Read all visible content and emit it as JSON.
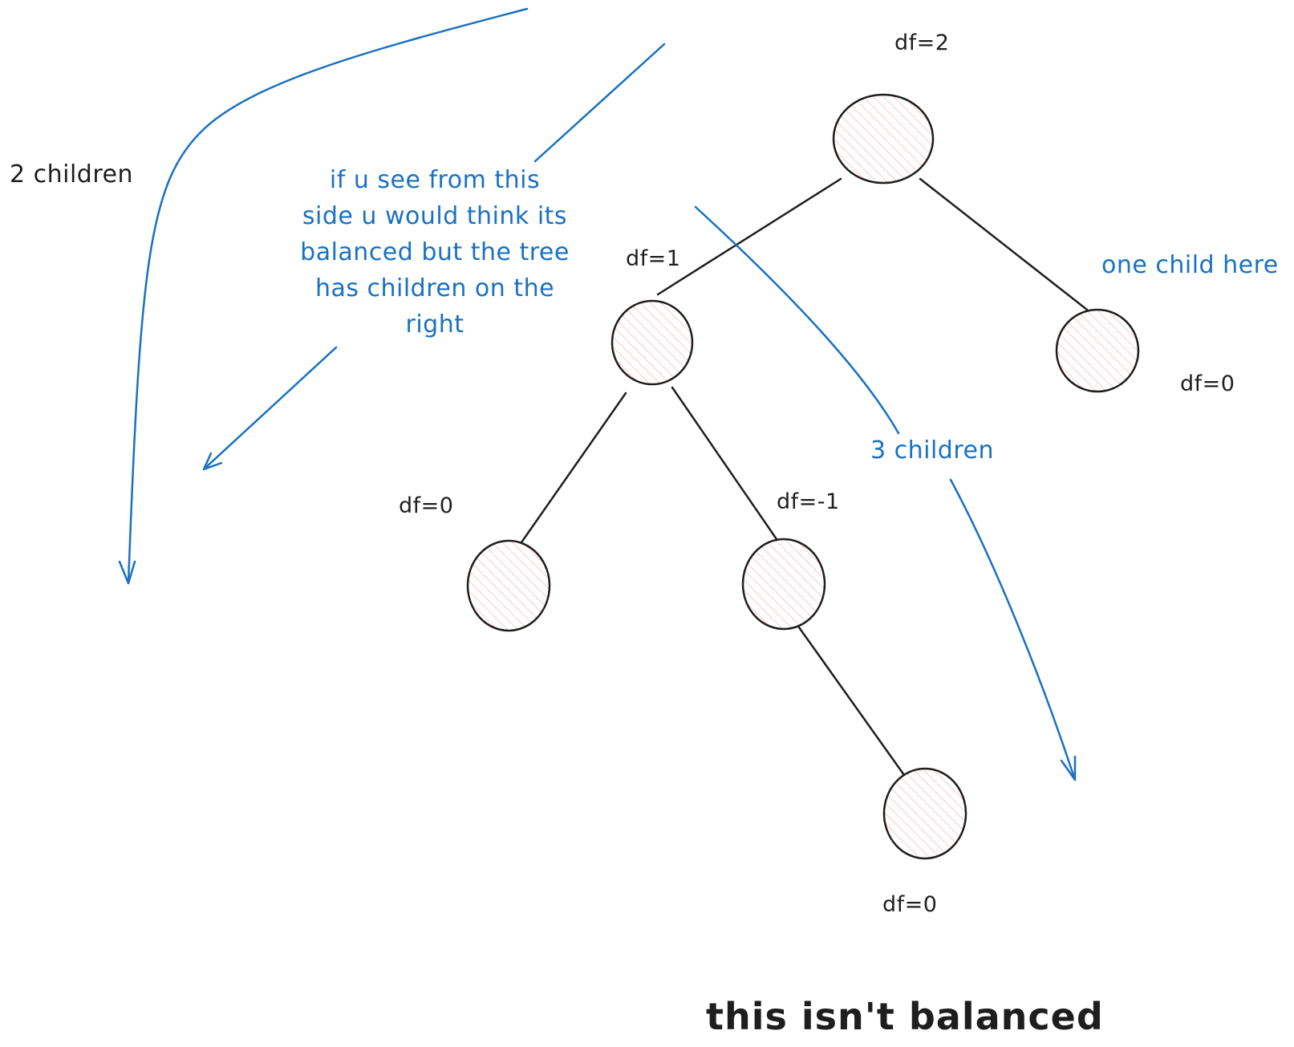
{
  "colors": {
    "ink": "#1e1e1e",
    "annotation": "#1971c2",
    "node_fill": "#ffc9c9"
  },
  "nodes": [
    {
      "id": "root",
      "label": "df=2"
    },
    {
      "id": "left",
      "label": "df=1"
    },
    {
      "id": "right",
      "label": "df=0"
    },
    {
      "id": "left-left",
      "label": "df=0"
    },
    {
      "id": "left-right",
      "label": "df=-1"
    },
    {
      "id": "left-right-right",
      "label": "df=0"
    }
  ],
  "edges": [
    {
      "from": "root",
      "to": "left"
    },
    {
      "from": "root",
      "to": "right"
    },
    {
      "from": "left",
      "to": "left-left"
    },
    {
      "from": "left",
      "to": "left-right"
    },
    {
      "from": "left-right",
      "to": "left-right-right"
    }
  ],
  "annotations": {
    "two_children": "2 children",
    "note_line1": "if u see from this",
    "note_line2": "side u would think its",
    "note_line3": "balanced but the tree",
    "note_line4": "has children on the",
    "note_line5": "right",
    "one_child": "one child here",
    "three_children": "3 children",
    "conclusion": "this isn't balanced"
  }
}
